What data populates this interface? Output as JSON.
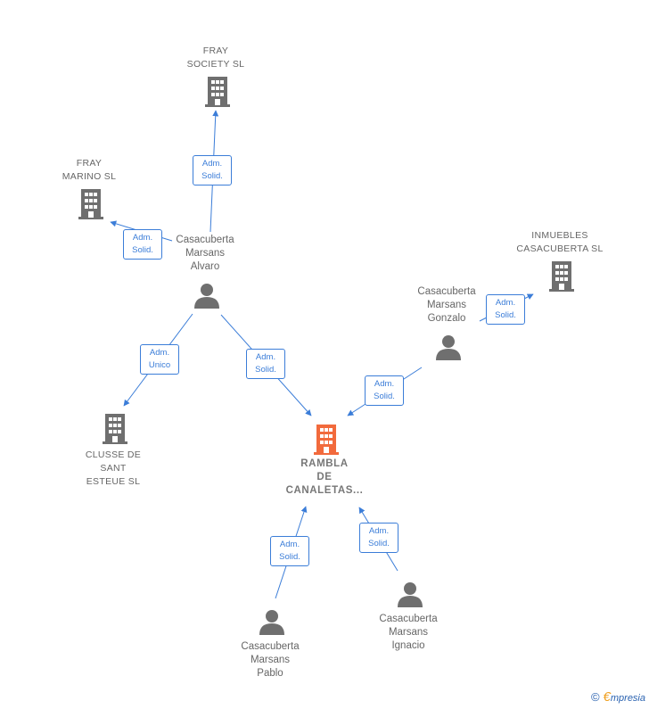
{
  "colors": {
    "edge": "#3b7dd8",
    "company_icon": "#6f6f6f",
    "main_icon": "#f26a3c",
    "person_icon": "#6f6f6f",
    "label": "#666666"
  },
  "nodes": {
    "fray_society": {
      "label": "FRAY\nSOCIETY  SL",
      "type": "company",
      "icon": "building-icon"
    },
    "fray_marino": {
      "label": "FRAY\nMARINO  SL",
      "type": "company",
      "icon": "building-icon"
    },
    "inmuebles": {
      "label": "INMUEBLES\nCASACUBERTA SL",
      "type": "company",
      "icon": "building-icon"
    },
    "clusse": {
      "label": "CLUSSE DE\nSANT\nESTEUE  SL",
      "type": "company",
      "icon": "building-icon"
    },
    "rambla": {
      "label": "RAMBLA\nDE\nCANALETAS...",
      "type": "main-company",
      "icon": "building-icon"
    },
    "alvaro": {
      "label": "Casacuberta\nMarsans\nAlvaro",
      "type": "person",
      "icon": "person-icon"
    },
    "gonzalo": {
      "label": "Casacuberta\nMarsans\nGonzalo",
      "type": "person",
      "icon": "person-icon"
    },
    "pablo": {
      "label": "Casacuberta\nMarsans\nPablo",
      "type": "person",
      "icon": "person-icon"
    },
    "ignacio": {
      "label": "Casacuberta\nMarsans\nIgnacio",
      "type": "person",
      "icon": "person-icon"
    }
  },
  "edges": [
    {
      "from": "alvaro",
      "to": "fray_society",
      "label": "Adm.\nSolid."
    },
    {
      "from": "alvaro",
      "to": "fray_marino",
      "label": "Adm.\nSolid."
    },
    {
      "from": "alvaro",
      "to": "clusse",
      "label": "Adm.\nUnico"
    },
    {
      "from": "alvaro",
      "to": "rambla",
      "label": "Adm.\nSolid."
    },
    {
      "from": "gonzalo",
      "to": "inmuebles",
      "label": "Adm.\nSolid."
    },
    {
      "from": "gonzalo",
      "to": "rambla",
      "label": "Adm.\nSolid."
    },
    {
      "from": "pablo",
      "to": "rambla",
      "label": "Adm.\nSolid."
    },
    {
      "from": "ignacio",
      "to": "rambla",
      "label": "Adm.\nSolid."
    }
  ],
  "credit": {
    "copyright": "©",
    "brand_initial": "€",
    "brand_rest": "mpresia"
  }
}
